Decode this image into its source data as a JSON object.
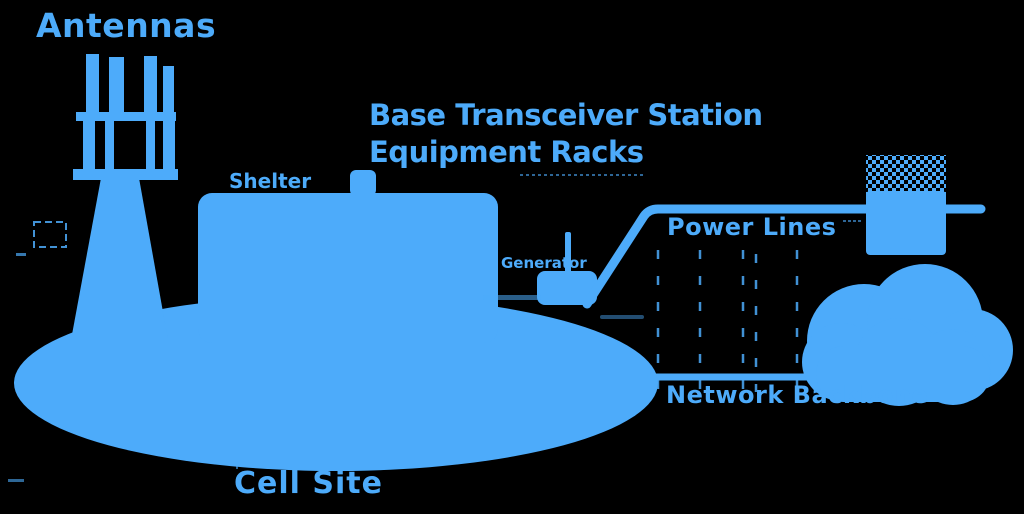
{
  "page": {
    "background_color": "#000000",
    "accent_color": "#4dabfa"
  },
  "diagram": {
    "labels": {
      "antennas": "Antennas",
      "bts_line1": "Base Transceiver Station",
      "bts_line2": "Equipment Racks",
      "shelter": "Shelter",
      "generator": "Generator",
      "power_lines": "Power Lines",
      "network_backbone": "Network Backbone",
      "cell_site": "Cell Site"
    },
    "components": [
      "antenna-tower-icon",
      "shelter-building-icon",
      "generator-icon",
      "power-line",
      "utility-poles",
      "equipment-rack-icon",
      "network-cloud-icon",
      "network-backbone-line",
      "cell-site-ground"
    ]
  }
}
